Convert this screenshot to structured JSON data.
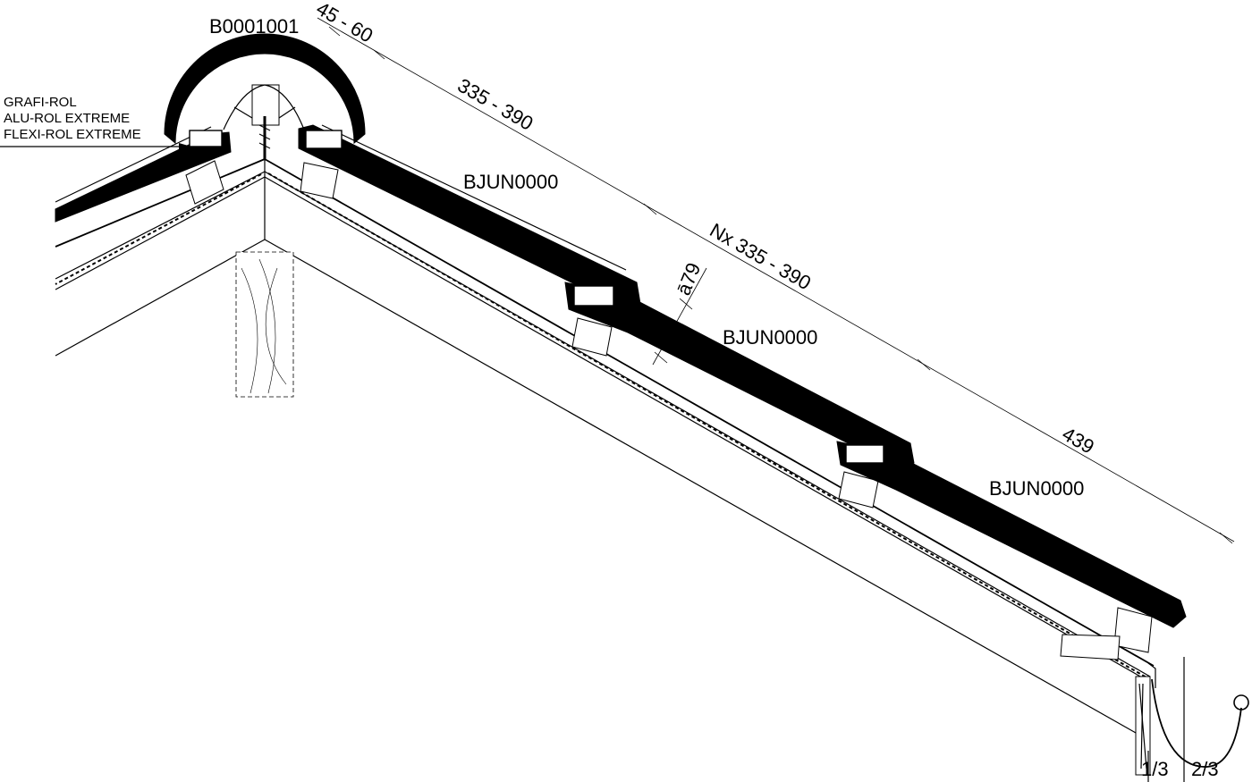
{
  "labels": {
    "ridge_code": "B0001001",
    "grafi": "GRAFI-ROL",
    "alu": "ALU-ROL EXTREME",
    "flexi": "FLEXI-ROL EXTREME",
    "tile1": "BJUN0000",
    "tile2": "BJUN0000",
    "tile3": "BJUN0000",
    "dim_45_60": "45 - 60",
    "dim_335_390": "335 - 390",
    "dim_nx": "Nx 335 - 390",
    "dim_439": "439",
    "dim_a79": "ā79",
    "gutter_left": "1/3",
    "gutter_right": "2/3"
  }
}
